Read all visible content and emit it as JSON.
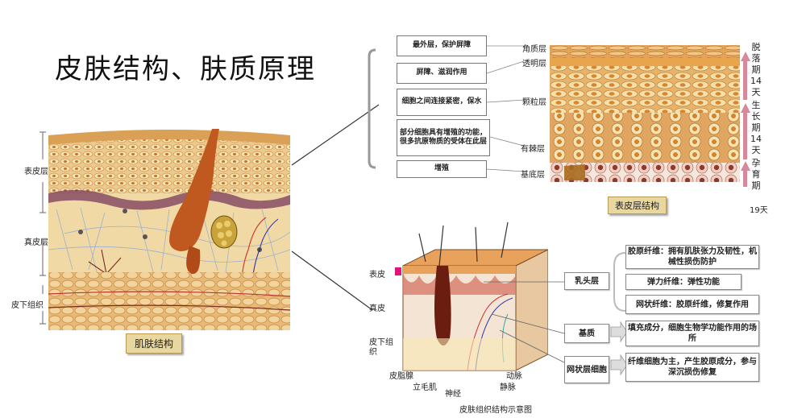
{
  "title": "皮肤结构、肤质原理",
  "left_diagram": {
    "caption": "肌肤结构",
    "labels": {
      "epidermis": "表皮层",
      "dermis": "真皮层",
      "subcutaneous": "皮下组织"
    }
  },
  "epidermis_diagram": {
    "caption": "表皮层结构",
    "layer_labels": [
      "角质层",
      "透明层",
      "颗粒层",
      "有棘层",
      "基底层"
    ],
    "notes": [
      "最外层，保护屏障",
      "屏障、滋润作用",
      "细胞之间连接紧密，保水",
      "部分细胞具有增殖的功能，很多抗原物质的受体在此层",
      "增殖"
    ],
    "cycle": {
      "shed": "脱落期",
      "shed_days": "14天",
      "grow": "生长期",
      "grow_days": "14天",
      "pregnant": "孕育期",
      "pregnant_days": "19天"
    }
  },
  "tissue_diagram": {
    "caption": "皮肤组织结构示意图",
    "side_labels": {
      "epidermis": "表皮",
      "dermis": "真皮",
      "subcutaneous": "皮下组织"
    },
    "part_labels": {
      "sebaceous": "皮脂腺",
      "arrector": "立毛肌",
      "nerve": "神经",
      "artery": "动脉",
      "vein": "静脉"
    },
    "layers": [
      "乳头层",
      "基质",
      "网状层细胞"
    ],
    "descriptions": [
      "胶原纤维：拥有肌肤张力及韧性，机械性损伤防护",
      "弹力纤维：弹性功能",
      "网状纤维：胶原纤维，修复作用",
      "填充成分，细胞生物学功能作用的场所",
      "纤维细胞为主，产生胶原成分，参与深沉损伤修复"
    ]
  },
  "colors": {
    "skin_top": "#d9935a",
    "epidermis_cell": "#f1dca0",
    "nucleus": "#c86f2a",
    "caption_bg": "#e8d7a0",
    "pink_bar": "#d7889a"
  }
}
